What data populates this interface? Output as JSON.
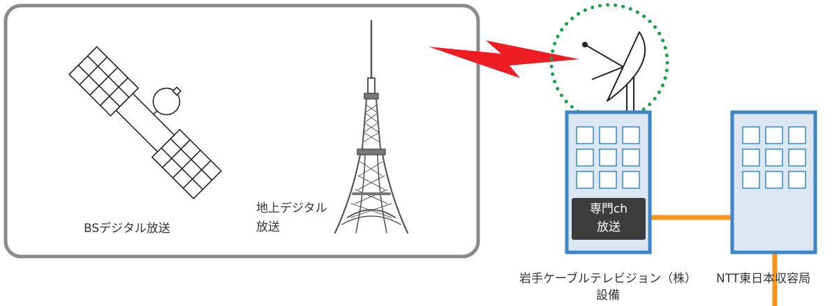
{
  "broadcast_sources": {
    "bs_label": "BSデジタル放送",
    "terrestrial_label_line1": "地上デジタル",
    "terrestrial_label_line2": "放送"
  },
  "cable_facility": {
    "specialty_label_line1": "専門ch",
    "specialty_label_line2": "放送",
    "name_line1": "岩手ケーブルテレビジョン（株）",
    "name_line2": "設備"
  },
  "ntt_facility": {
    "name": "NTT東日本収容局"
  },
  "colors": {
    "frame": "#8a8a8a",
    "signal": "#ee1d23",
    "dish_highlight": "#1e9e48",
    "building_outline": "#3a86c8",
    "building_fill": "#dde7f4",
    "connection": "#f7941d",
    "specialty_box": "#3d3d3d"
  },
  "icons": [
    "satellite-icon",
    "tower-icon",
    "signal-bolt-icon",
    "dish-antenna-icon",
    "building-icon"
  ]
}
